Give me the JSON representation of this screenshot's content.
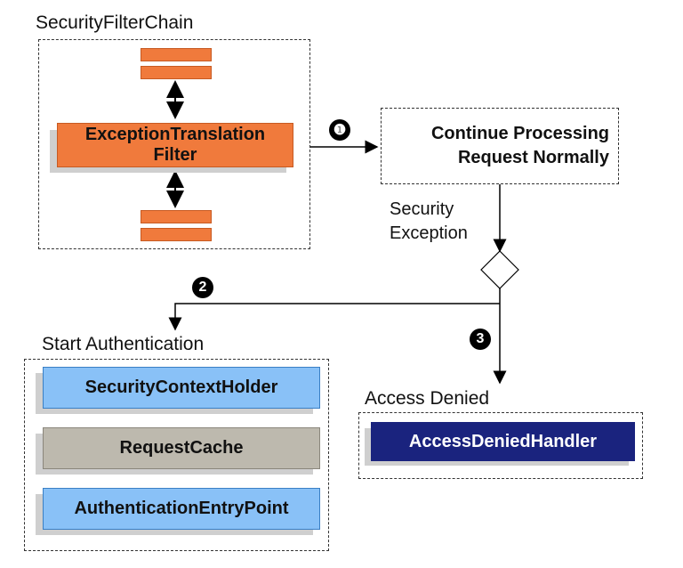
{
  "security_filter_chain": {
    "title": "SecurityFilterChain",
    "filter_label": "ExceptionTranslation\nFilter"
  },
  "continue_box": {
    "label": "Continue Processing\nRequest Normally"
  },
  "security_exception_label": "Security\nException",
  "steps": {
    "one": "❶",
    "two": "2",
    "three": "3"
  },
  "start_authentication": {
    "title": "Start Authentication",
    "items": [
      {
        "label": "SecurityContextHolder"
      },
      {
        "label": "RequestCache"
      },
      {
        "label": "AuthenticationEntryPoint"
      }
    ]
  },
  "access_denied": {
    "title": "Access Denied",
    "handler_label": "AccessDeniedHandler"
  },
  "colors": {
    "orange": "#f07a3c",
    "blue": "#89c1f7",
    "gray": "#bdb9ae",
    "navy": "#1a237e"
  }
}
